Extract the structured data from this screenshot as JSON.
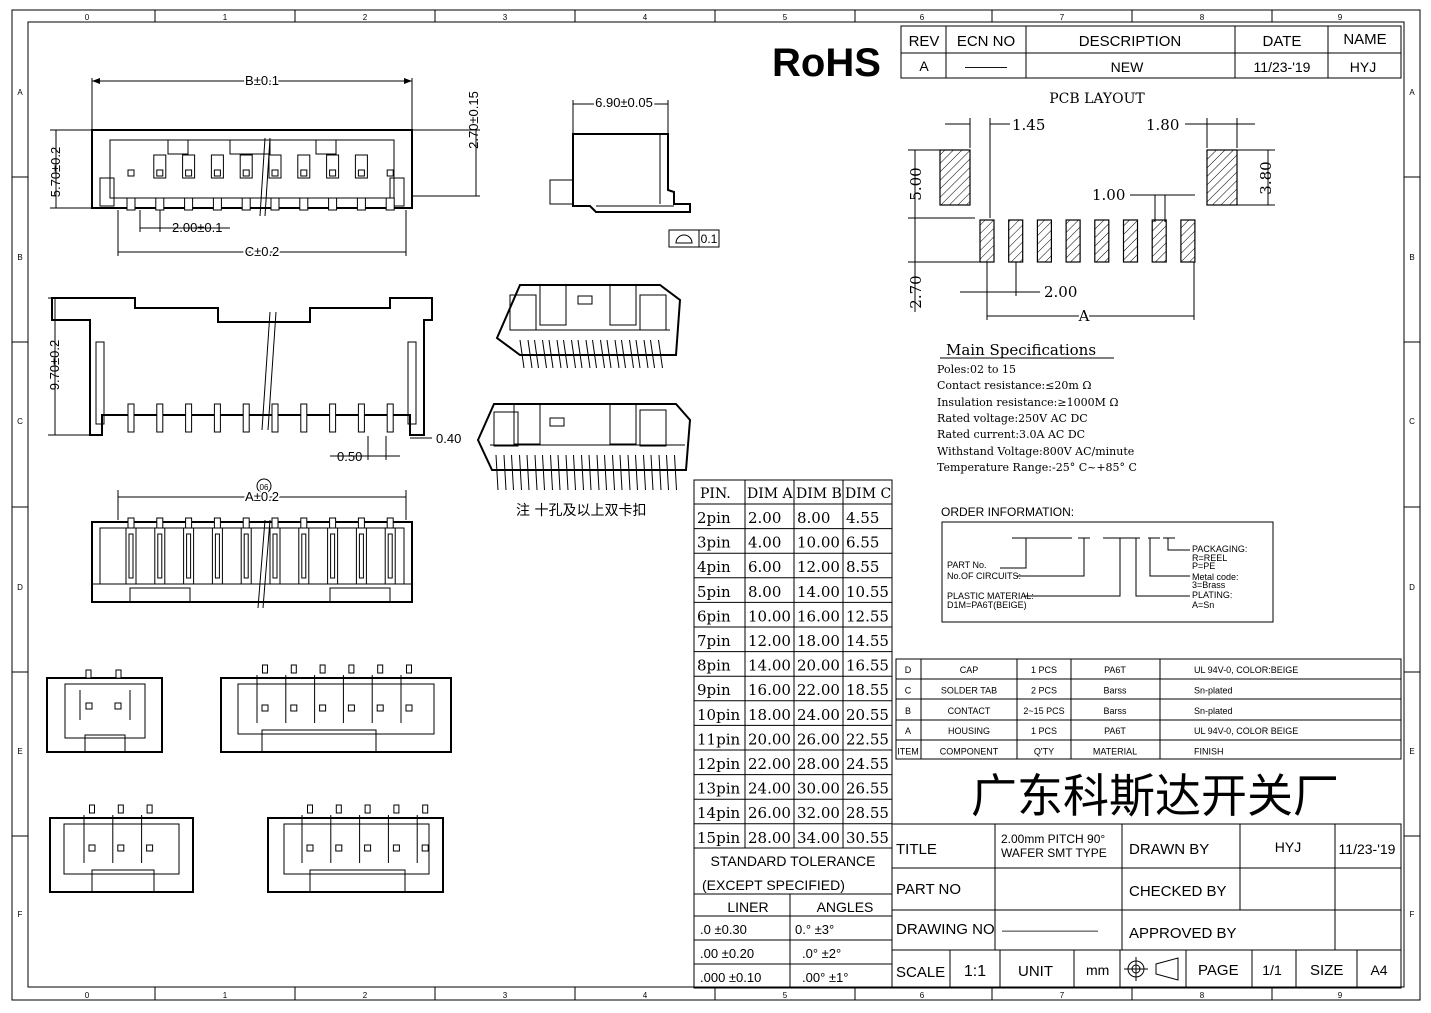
{
  "rohs": "RoHS",
  "border_cols": [
    "0",
    "1",
    "2",
    "3",
    "4",
    "5",
    "6",
    "7",
    "8",
    "9"
  ],
  "border_rows": [
    "A",
    "B",
    "C",
    "D",
    "E",
    "F"
  ],
  "revision": {
    "headers": [
      "REV",
      "ECN NO",
      "DESCRIPTION",
      "DATE",
      "NAME"
    ],
    "row": [
      "A",
      "———",
      "NEW",
      "11/23-'19",
      "HYJ"
    ]
  },
  "views": {
    "dim_b": "B±0.1",
    "dim_height": "5.70±0.2",
    "dim_270": "2.70±0.15",
    "dim_pitch": "2.00±0.1",
    "dim_c": "C±0.2",
    "dim_depth": "6.90±0.05",
    "flatness": "0.1",
    "dim_total": "9.70±0.2",
    "dim_040": "0.40",
    "dim_050": "0.50",
    "circle_06": "06",
    "dim_a": "A±0.2",
    "note": "注   十孔及以上双卡扣"
  },
  "pcb": {
    "title": "PCB LAYOUT",
    "d145": "1.45",
    "d180": "1.80",
    "d500": "5.00",
    "d380": "3.80",
    "d100": "1.00",
    "d270": "2.70",
    "d200": "2.00",
    "dA": "A"
  },
  "specs": {
    "title": "Main Specifications",
    "lines": [
      "Poles:02 to 15",
      "Contact resistance:≤20m Ω",
      "Insulation resistance:≥1000M Ω",
      "Rated voltage:250V AC DC",
      "Rated current:3.0A AC DC",
      "Withstand Voltage:800V AC/minute",
      "Temperature Range:-25° C~+85° C"
    ]
  },
  "order": {
    "title": "ORDER INFORMATION:",
    "left": [
      "PART No.",
      "No.OF CIRCUITS:",
      "PLASTIC MATERIAL:",
      "D1M=PA6T(BEIGE)"
    ],
    "right": [
      "PACKAGING:",
      "R=REEL",
      "P=PE",
      "Metal code:",
      "3=Brass",
      "PLATING:",
      "A=Sn"
    ]
  },
  "dim_table": {
    "headers": [
      "PIN.",
      "DIM A",
      "DIM B",
      "DIM C"
    ],
    "rows": [
      [
        "2pin",
        "2.00",
        "8.00",
        "4.55"
      ],
      [
        "3pin",
        "4.00",
        "10.00",
        "6.55"
      ],
      [
        "4pin",
        "6.00",
        "12.00",
        "8.55"
      ],
      [
        "5pin",
        "8.00",
        "14.00",
        "10.55"
      ],
      [
        "6pin",
        "10.00",
        "16.00",
        "12.55"
      ],
      [
        "7pin",
        "12.00",
        "18.00",
        "14.55"
      ],
      [
        "8pin",
        "14.00",
        "20.00",
        "16.55"
      ],
      [
        "9pin",
        "16.00",
        "22.00",
        "18.55"
      ],
      [
        "10pin",
        "18.00",
        "24.00",
        "20.55"
      ],
      [
        "11pin",
        "20.00",
        "26.00",
        "22.55"
      ],
      [
        "12pin",
        "22.00",
        "28.00",
        "24.55"
      ],
      [
        "13pin",
        "24.00",
        "30.00",
        "26.55"
      ],
      [
        "14pin",
        "26.00",
        "32.00",
        "28.55"
      ],
      [
        "15pin",
        "28.00",
        "34.00",
        "30.55"
      ]
    ]
  },
  "tolerance": {
    "title1": "STANDARD TOLERANCE",
    "title2": "(EXCEPT  SPECIFIED)",
    "headers": [
      "LINER",
      "ANGLES"
    ],
    "rows": [
      [
        ".0  ±0.30",
        "0.°   ±3°"
      ],
      [
        ".00  ±0.20",
        ".0°  ±2°"
      ],
      [
        ".000 ±0.10",
        ".00° ±1°"
      ]
    ]
  },
  "bom": {
    "rows": [
      [
        "D",
        "CAP",
        "1 PCS",
        "PA6T",
        "UL 94V-0, COLOR:BEIGE"
      ],
      [
        "C",
        "SOLDER TAB",
        "2 PCS",
        "Barss",
        "Sn-plated"
      ],
      [
        "B",
        "CONTACT",
        "2~15 PCS",
        "Barss",
        "Sn-plated"
      ],
      [
        "A",
        "HOUSING",
        "1 PCS",
        "PA6T",
        "UL 94V-0, COLOR BEIGE"
      ]
    ],
    "headers": [
      "ITEM",
      "COMPONENT",
      "Q'TY",
      "MATERIAL",
      "FINISH"
    ]
  },
  "company": "广东科斯达开关厂",
  "title_block": {
    "title_label": "TITLE",
    "title_value_1": "2.00mm PITCH 90°",
    "title_value_2": "WAFER SMT TYPE",
    "drawn_by_label": "DRAWN BY",
    "drawn_by": "HYJ",
    "drawn_date": "11/23-'19",
    "part_no_label": "PART NO",
    "checked_by_label": "CHECKED BY",
    "drawing_no_label": "DRAWING NO",
    "drawing_no_value": "————————",
    "approved_by_label": "APPROVED BY",
    "scale_label": "SCALE",
    "scale": "1:1",
    "unit_label": "UNIT",
    "unit": "mm",
    "page_label": "PAGE",
    "page": "1/1",
    "size_label": "SIZE",
    "size": "A4"
  }
}
